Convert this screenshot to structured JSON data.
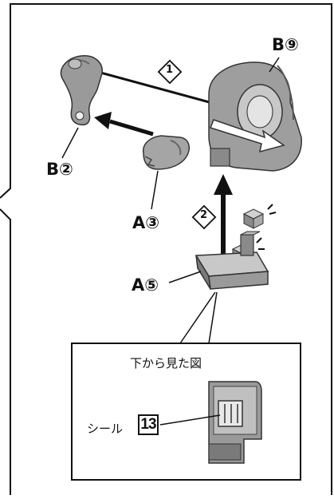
{
  "labels": {
    "part_b9": "B⑨",
    "part_b2": "B②",
    "part_a3": "A③",
    "part_a5": "A⑤",
    "step1": "1",
    "step2": "2"
  },
  "inset": {
    "title": "下から見た図",
    "seal_label": "シール",
    "seal_number": "13"
  },
  "colors": {
    "part_gray": "#9a9a9a",
    "part_light": "#c8c8c8",
    "part_dark": "#5a5a5a",
    "line": "#111111"
  }
}
